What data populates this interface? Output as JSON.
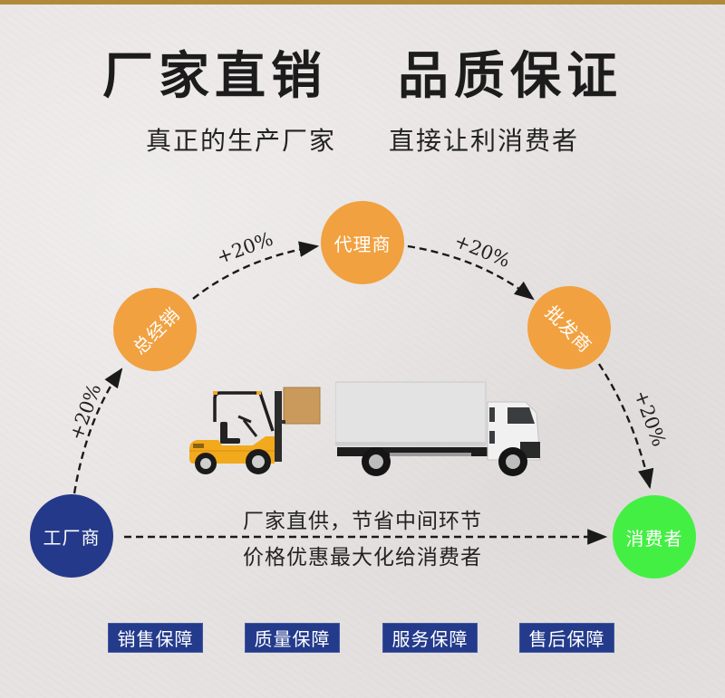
{
  "header": {
    "title_left": "厂家直销",
    "title_right": "品质保证",
    "subtitle_left": "真正的生产厂家",
    "subtitle_right": "直接让利消费者"
  },
  "flow": {
    "nodes": [
      {
        "id": "factory",
        "label": "工厂商",
        "color": "#24398a"
      },
      {
        "id": "general-distributor",
        "label": "总经销",
        "color": "#f1a140"
      },
      {
        "id": "agent",
        "label": "代理商",
        "color": "#f1a140"
      },
      {
        "id": "wholesaler",
        "label": "批发商",
        "color": "#f1a140"
      },
      {
        "id": "consumer",
        "label": "消费者",
        "color": "#44ef44"
      }
    ],
    "markups": [
      "+20%",
      "+20%",
      "+20%",
      "+20%"
    ],
    "direct_caption_line1": "厂家直供，节省中间环节",
    "direct_caption_line2": "价格优惠最大化给消费者"
  },
  "illustration": {
    "forklift_icon": "forklift-with-box",
    "truck_icon": "box-truck"
  },
  "guarantees": [
    {
      "label": "销售保障"
    },
    {
      "label": "质量保障"
    },
    {
      "label": "服务保障"
    },
    {
      "label": "售后保障"
    }
  ],
  "colors": {
    "accent_gold": "#b08a3a",
    "orange": "#f1a140",
    "navy": "#24398a",
    "green": "#44ef44",
    "badge_blue": "#243b8c",
    "background": "#e7e3e2"
  }
}
